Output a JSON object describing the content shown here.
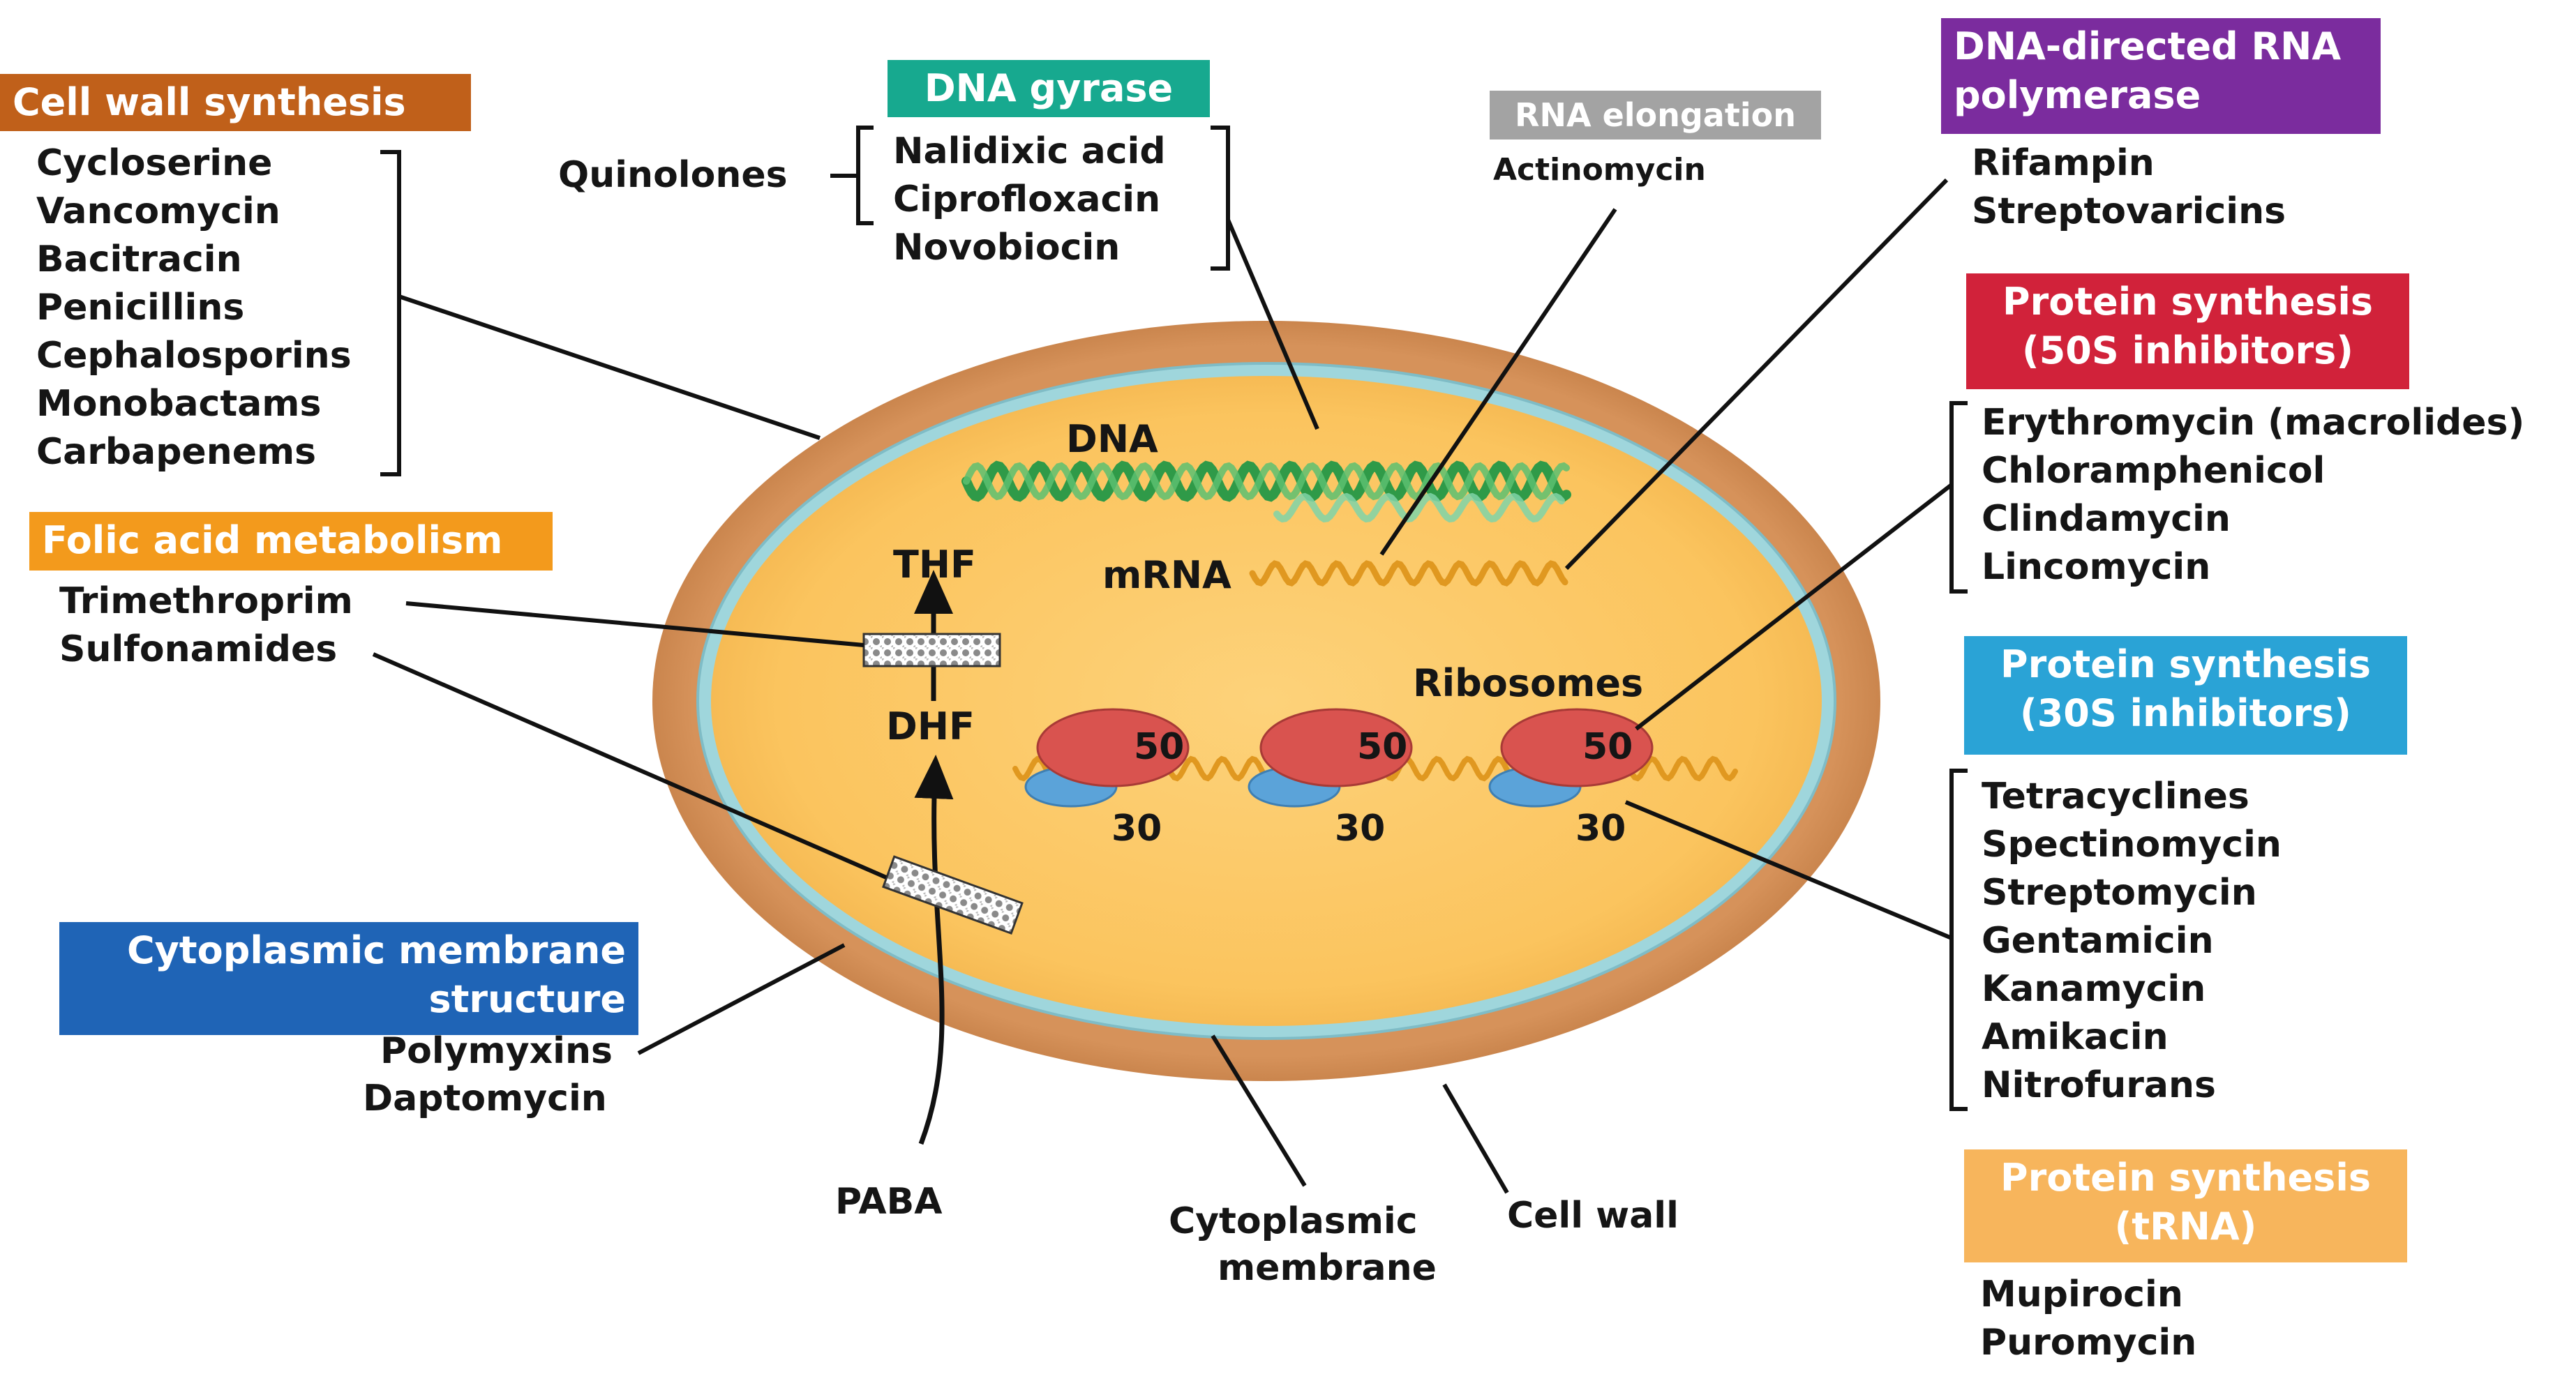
{
  "cell_wall_synthesis": {
    "header": "Cell wall synthesis",
    "header_color": "#c0601a",
    "drugs": [
      "Cycloserine",
      "Vancomycin",
      "Bacitracin",
      "Penicillins",
      "Cephalosporins",
      "Monobactams",
      "Carbapenems"
    ]
  },
  "dna_gyrase": {
    "header": "DNA gyrase",
    "header_color": "#17a98f",
    "group_label": "Quinolones",
    "drugs": [
      "Nalidixic acid",
      "Ciprofloxacin",
      "Novobiocin"
    ]
  },
  "rna_elongation": {
    "header": "RNA elongation",
    "header_color": "#a3a3a3",
    "drugs": [
      "Actinomycin"
    ]
  },
  "rna_polymerase": {
    "header_line1": "DNA-directed RNA",
    "header_line2": "polymerase",
    "header_color": "#7b2c9e",
    "drugs": [
      "Rifampin",
      "Streptovaricins"
    ]
  },
  "protein_50s": {
    "header_line1": "Protein synthesis",
    "header_line2": "(50S inhibitors)",
    "header_color": "#d1223a",
    "drugs": [
      "Erythromycin (macrolides)",
      "Chloramphenicol",
      "Clindamycin",
      "Lincomycin"
    ]
  },
  "protein_30s": {
    "header_line1": "Protein synthesis",
    "header_line2": "(30S inhibitors)",
    "header_color": "#2aa3d6",
    "drugs": [
      "Tetracyclines",
      "Spectinomycin",
      "Streptomycin",
      "Gentamicin",
      "Kanamycin",
      "Amikacin",
      "Nitrofurans"
    ]
  },
  "protein_trna": {
    "header_line1": "Protein synthesis",
    "header_line2": "(tRNA)",
    "header_color": "#f7b55c",
    "drugs": [
      "Mupirocin",
      "Puromycin"
    ]
  },
  "folic_acid": {
    "header": "Folic acid metabolism",
    "header_color": "#f39a1c",
    "drugs": [
      "Trimethroprim",
      "Sulfonamides"
    ]
  },
  "cytoplasmic_membrane_structure": {
    "header_line1": "Cytoplasmic membrane",
    "header_line2": "structure",
    "header_color": "#1f64b6",
    "drugs": [
      "Polymyxins",
      "Daptomycin"
    ]
  },
  "cell_labels": {
    "dna": "DNA",
    "mrna": "mRNA",
    "ribosomes": "Ribosomes",
    "thf": "THF",
    "dhf": "DHF",
    "paba": "PABA",
    "cytoplasmic_membrane_line1": "Cytoplasmic",
    "cytoplasmic_membrane_line2": "membrane",
    "cell_wall": "Cell wall",
    "large_subunit": "50",
    "small_subunit": "30"
  },
  "colors": {
    "cell_wall": "#d08a4f",
    "membrane": "#9fd6dc",
    "cytoplasm": "#fbc45e",
    "dna_strand": "#2f9a48",
    "mrna_strand": "#e09820",
    "ribosome_large": "#d9534f",
    "ribosome_small": "#5ba3d9"
  }
}
